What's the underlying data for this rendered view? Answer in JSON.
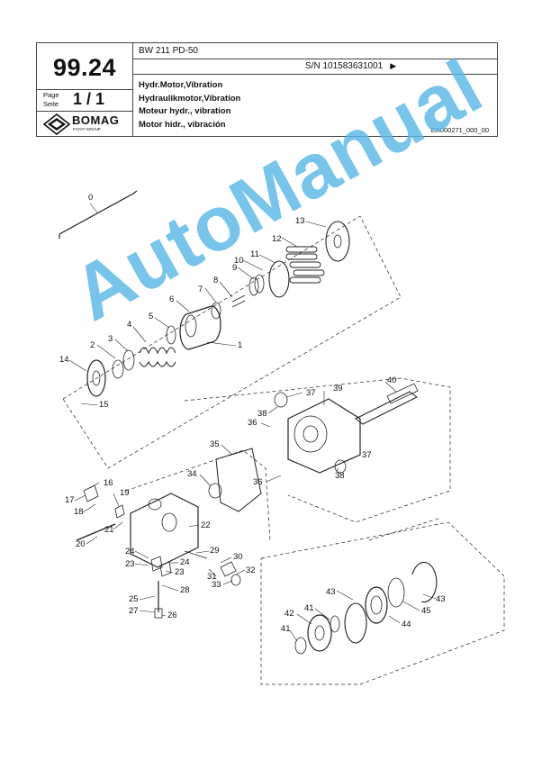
{
  "header": {
    "model": "BW 211 PD-50",
    "serial": "S/N 101583631001",
    "serial_arrow": "▶",
    "page_number": "99.24",
    "page_label_1": "Page",
    "page_label_2": "Seite",
    "page_value": "1 / 1",
    "brand": "BOMAG",
    "brand_sub": "FAYAT GROUP",
    "titles": [
      "Hydr.Motor,Vibration",
      "Hydraulikmotor,Vibration",
      "Moteur hydr., vibration",
      "Motor hidr., vibración"
    ],
    "doc_ref": "EA000271_000_00"
  },
  "callouts": [
    "0",
    "1",
    "2",
    "3",
    "4",
    "5",
    "6",
    "7",
    "8",
    "9",
    "10",
    "11",
    "12",
    "13",
    "14",
    "15",
    "16",
    "17",
    "18",
    "19",
    "20",
    "21",
    "22",
    "23",
    "23",
    "24",
    "24",
    "25",
    "26",
    "27",
    "28",
    "29",
    "30",
    "31",
    "32",
    "33",
    "34",
    "35",
    "36",
    "36",
    "37",
    "37",
    "38",
    "38",
    "39",
    "40",
    "41",
    "41",
    "42",
    "43",
    "43",
    "44",
    "45"
  ],
  "watermark": "AutoManual"
}
